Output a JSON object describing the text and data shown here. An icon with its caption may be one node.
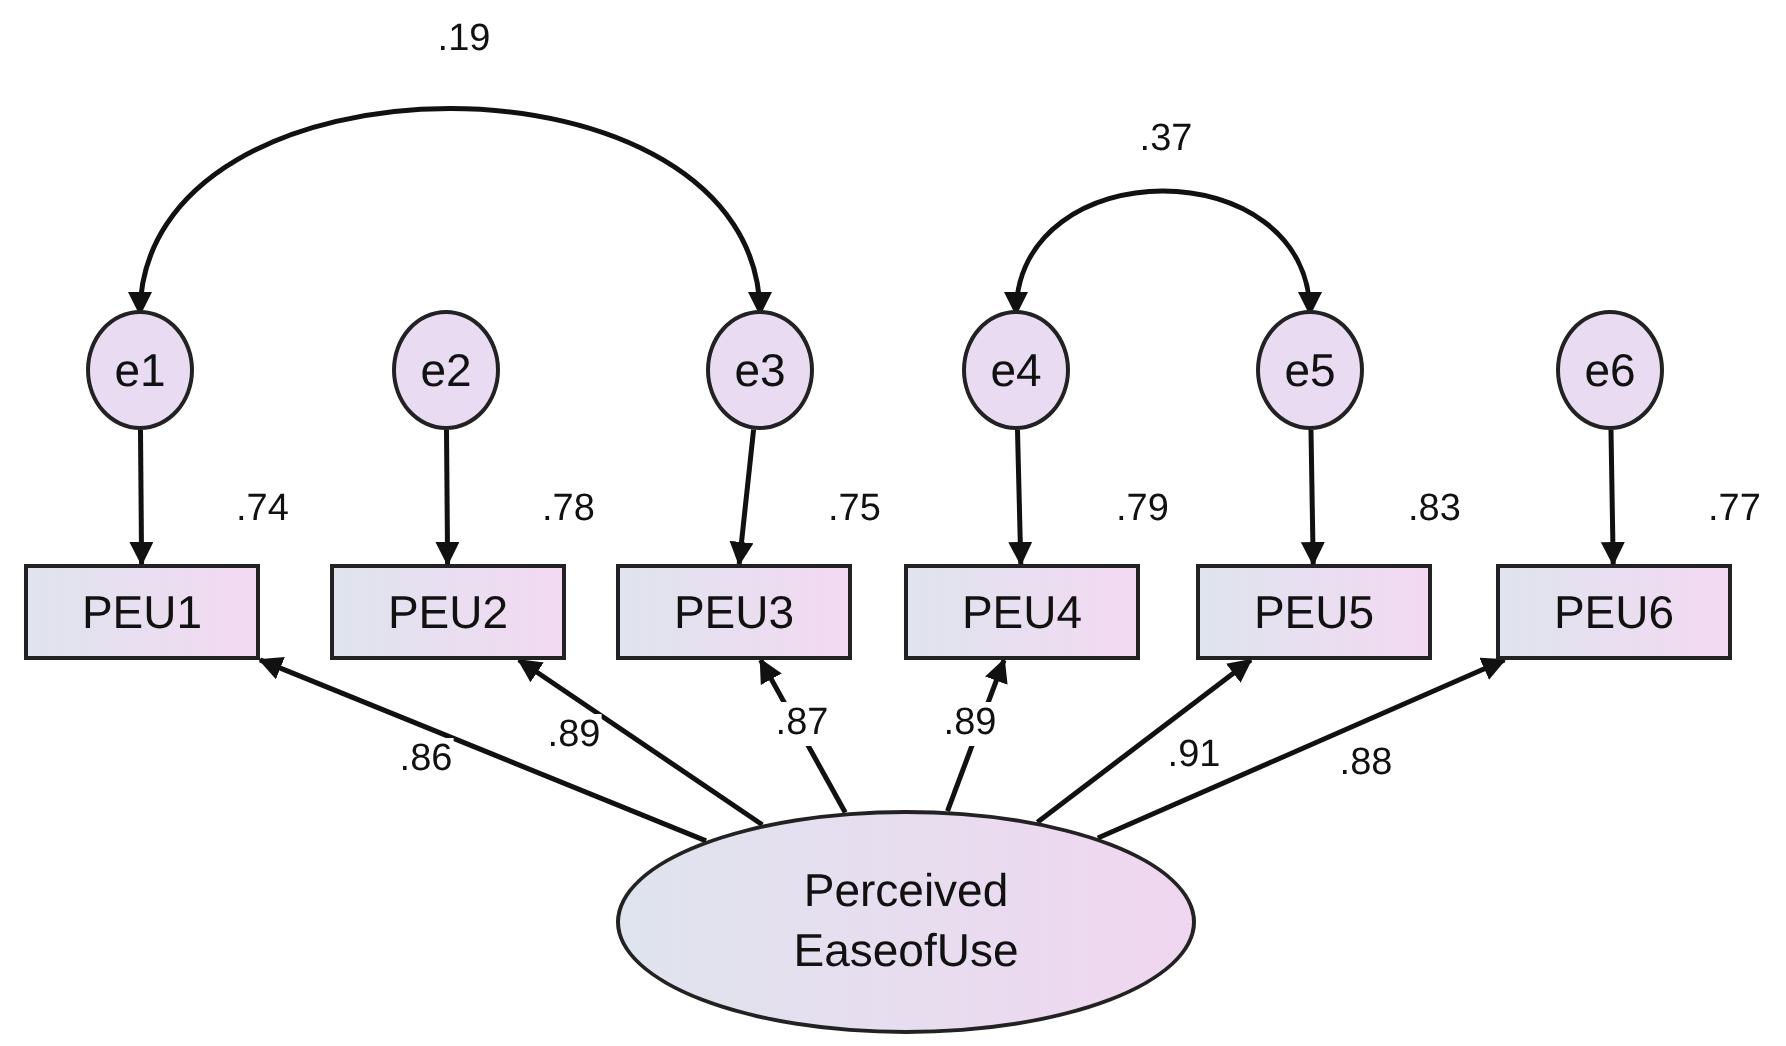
{
  "diagram": {
    "nodes": [
      {
        "text": [
          "e1"
        ]
      },
      {
        "text": [
          "e2"
        ]
      },
      {
        "text": [
          "e3"
        ]
      },
      {
        "text": [
          "e4"
        ]
      },
      {
        "text": [
          "e5"
        ]
      },
      {
        "text": [
          "e6"
        ]
      },
      {
        "text": [
          "PEU1"
        ],
        "beside": [
          ".74"
        ]
      },
      {
        "text": [
          "PEU2"
        ],
        "beside": [
          ".78"
        ]
      },
      {
        "text": [
          "PEU3"
        ],
        "beside": [
          ".75"
        ]
      },
      {
        "text": [
          "PEU4"
        ],
        "beside": [
          ".79"
        ]
      },
      {
        "text": [
          "PEU5"
        ],
        "beside": [
          ".83"
        ]
      },
      {
        "text": [
          "PEU6"
        ],
        "beside": [
          ".77"
        ]
      },
      {
        "text": [
          "Perceived EaseofUse"
        ]
      }
    ],
    "edges": [
      {
        "from": 0,
        "to": 6,
        "arrow": "to"
      },
      {
        "from": 1,
        "to": 7,
        "arrow": "to"
      },
      {
        "from": 2,
        "to": 8,
        "arrow": "to"
      },
      {
        "from": 3,
        "to": 9,
        "arrow": "to"
      },
      {
        "from": 4,
        "to": 10,
        "arrow": "to"
      },
      {
        "from": 5,
        "to": 11,
        "arrow": "to"
      },
      {
        "from": 12,
        "to": 6,
        "arrow": "to",
        "label": ".86"
      },
      {
        "from": 12,
        "to": 7,
        "arrow": "to",
        "label": ".89"
      },
      {
        "from": 12,
        "to": 8,
        "arrow": "to",
        "label": ".87"
      },
      {
        "from": 12,
        "to": 9,
        "arrow": "to",
        "label": ".89"
      },
      {
        "from": 12,
        "to": 10,
        "arrow": "to",
        "label": ".91"
      },
      {
        "from": 12,
        "to": 11,
        "arrow": "to",
        "label": ".88"
      },
      {
        "from": 0,
        "to": 2,
        "arrow": "both",
        "label": ".19"
      },
      {
        "from": 3,
        "to": 4,
        "arrow": "both",
        "label": ".37"
      }
    ]
  }
}
